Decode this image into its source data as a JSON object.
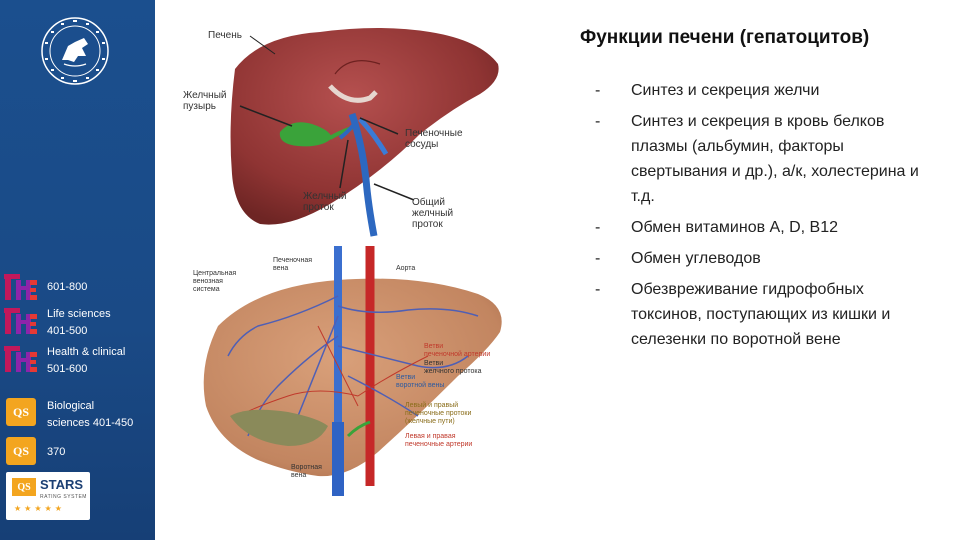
{
  "slide": {
    "title": "Функции печени (гепатоцитов)",
    "bullets": [
      "Синтез и секреция желчи",
      "Синтез и секреция в кровь белков плазмы (альбумин, факторы свертывания и др.), а/к, холестерина и т.д.",
      "Обмен витаминов A, D, B12",
      "Обмен углеводов",
      "Обезвреживание гидрофобных токсинов, поступающих из кишки и селезенки по воротной вене"
    ],
    "bullet_marker": "-"
  },
  "sidebar": {
    "rankings": [
      {
        "badge": "THE",
        "lines": [
          "601-800"
        ]
      },
      {
        "badge": "THE",
        "lines": [
          "Life sciences",
          "401-500"
        ]
      },
      {
        "badge": "THE",
        "lines": [
          "Health  & clinical",
          "501-600"
        ]
      },
      {
        "badge": "QS",
        "lines": [
          "Biological",
          "sciences   401-450"
        ]
      },
      {
        "badge": "QS",
        "lines": [
          "370"
        ]
      }
    ],
    "stars_badge": {
      "brand": "QS",
      "title": "STARS",
      "subtitle": "RATING SYSTEM",
      "stars": "★★★★★"
    }
  },
  "figure_top": {
    "labels": {
      "liver": "Печень",
      "gallbladder": [
        "Желчный",
        "пузырь"
      ],
      "hepatic_vessels": [
        "Печеночные",
        "сосуды"
      ],
      "bile_duct": [
        "Желчный",
        "проток"
      ],
      "common_bile_duct": [
        "Общий",
        "желчный",
        "проток"
      ]
    }
  },
  "figure_bottom": {
    "labels": {
      "hepatic_vein": [
        "Печеночная",
        "вена"
      ],
      "central_venous": [
        "Центральная",
        "венозная",
        "система"
      ],
      "aorta": "Аорта",
      "artery_branch": [
        "Ветви",
        "печеночной артерии"
      ],
      "bile_branch": [
        "Ветви",
        "желчного протока"
      ],
      "portal_branch": [
        "Ветви",
        "воротной вены"
      ],
      "left_right_ducts": [
        "Левый и правый",
        "печеночные протоки",
        "(желчные пути)"
      ],
      "left_right_arteries": [
        "Левая и правая",
        "печеночные артерии"
      ],
      "portal_vein": [
        "Воротная",
        "вена"
      ]
    }
  }
}
